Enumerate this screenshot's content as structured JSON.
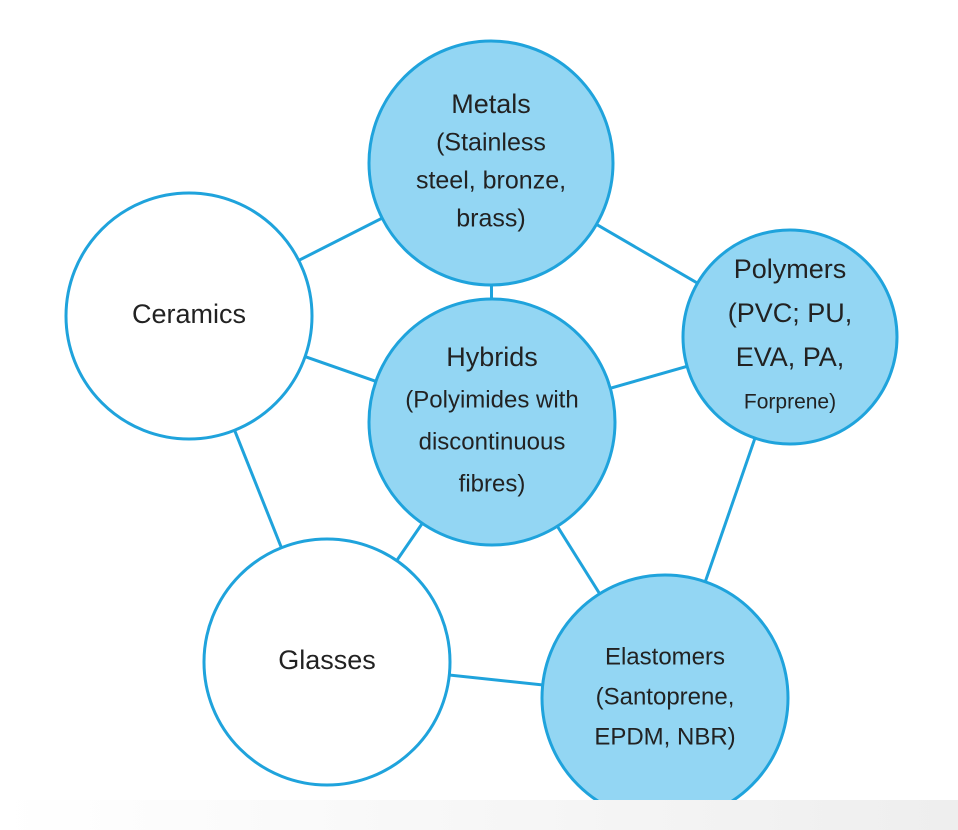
{
  "colors": {
    "stroke": "#1fa3dc",
    "fill_highlight": "#93d6f3",
    "fill_plain": "#ffffff",
    "text": "#222222"
  },
  "nodes": {
    "metals": {
      "lines": [
        "Metals",
        "(Stainless",
        "steel, bronze,",
        "brass)"
      ],
      "highlighted": true
    },
    "ceramics": {
      "lines": [
        "Ceramics"
      ],
      "highlighted": false
    },
    "polymers": {
      "lines": [
        "Polymers",
        "(PVC; PU,",
        "EVA, PA,",
        "Forprene)"
      ],
      "highlighted": true
    },
    "hybrids": {
      "lines": [
        "Hybrids",
        "(Polyimides with",
        "discontinuous",
        "fibres)"
      ],
      "highlighted": true
    },
    "glasses": {
      "lines": [
        "Glasses"
      ],
      "highlighted": false
    },
    "elastomers": {
      "lines": [
        "Elastomers",
        "(Santoprene,",
        "EPDM, NBR)"
      ],
      "highlighted": true
    }
  }
}
